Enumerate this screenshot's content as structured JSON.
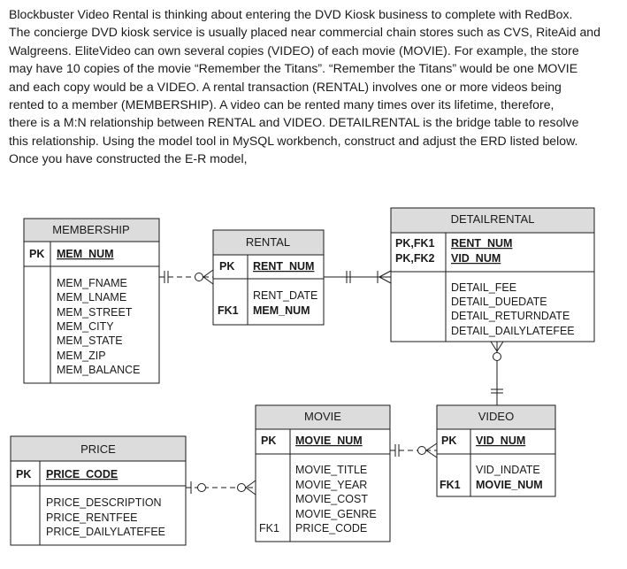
{
  "paragraph": {
    "lines": [
      "Blockbuster Video Rental is thinking about entering the DVD Kiosk business to complete with RedBox.",
      "The concierge DVD kiosk service is usually placed near commercial chain stores such as CVS, RiteAid and",
      "Walgreens.  EliteVideo can own several copies (VIDEO) of each movie (MOVIE).  For example, the store",
      "may have 10 copies of the movie “Remember the Titans”.  “Remember the Titans” would be one MOVIE",
      "and each copy would be a VIDEO.   A rental transaction (RENTAL) involves one or more videos being",
      "rented to a member (MEMBERSHIP).   A video can be rented many times over its lifetime, therefore,",
      "there is a M:N relationship between RENTAL and VIDEO.  DETAILRENTAL is the bridge table to resolve",
      "this relationship.  Using the model tool in MySQL workbench, construct and adjust the ERD listed below.",
      "Once you have constructed the E-R model,"
    ]
  },
  "entities": {
    "membership": {
      "name": "MEMBERSHIP",
      "key_label": "PK",
      "key_fields": [
        "MEM_NUM"
      ],
      "attributes": [
        "MEM_FNAME",
        "MEM_LNAME",
        "MEM_STREET",
        "MEM_CITY",
        "MEM_STATE",
        "MEM_ZIP",
        "MEM_BALANCE"
      ]
    },
    "rental": {
      "name": "RENTAL",
      "key_label": "PK",
      "key_fields": [
        "RENT_NUM"
      ],
      "attr_key_label": "FK1",
      "attributes": [
        "RENT_DATE",
        "MEM_NUM"
      ]
    },
    "detailrental": {
      "name": "DETAILRENTAL",
      "key_labels": [
        "PK,FK1",
        "PK,FK2"
      ],
      "key_fields": [
        "RENT_NUM",
        "VID_NUM"
      ],
      "attributes": [
        "DETAIL_FEE",
        "DETAIL_DUEDATE",
        "DETAIL_RETURNDATE",
        "DETAIL_DAILYLATEFEE"
      ]
    },
    "movie": {
      "name": "MOVIE",
      "key_label": "PK",
      "key_fields": [
        "MOVIE_NUM"
      ],
      "attr_key_label": "FK1",
      "attributes": [
        "MOVIE_TITLE",
        "MOVIE_YEAR",
        "MOVIE_COST",
        "MOVIE_GENRE",
        "PRICE_CODE"
      ]
    },
    "video": {
      "name": "VIDEO",
      "key_label": "PK",
      "key_fields": [
        "VID_NUM"
      ],
      "attr_key_label": "FK1",
      "attributes": [
        "VID_INDATE",
        "MOVIE_NUM"
      ]
    },
    "price": {
      "name": "PRICE",
      "key_label": "PK",
      "key_fields": [
        "PRICE_CODE"
      ],
      "attributes": [
        "PRICE_DESCRIPTION",
        "PRICE_RENTFEE",
        "PRICE_DAILYLATEFEE"
      ]
    }
  },
  "colors": {
    "header_fill": "#dcdcdc",
    "line": "#1a1a1a"
  }
}
